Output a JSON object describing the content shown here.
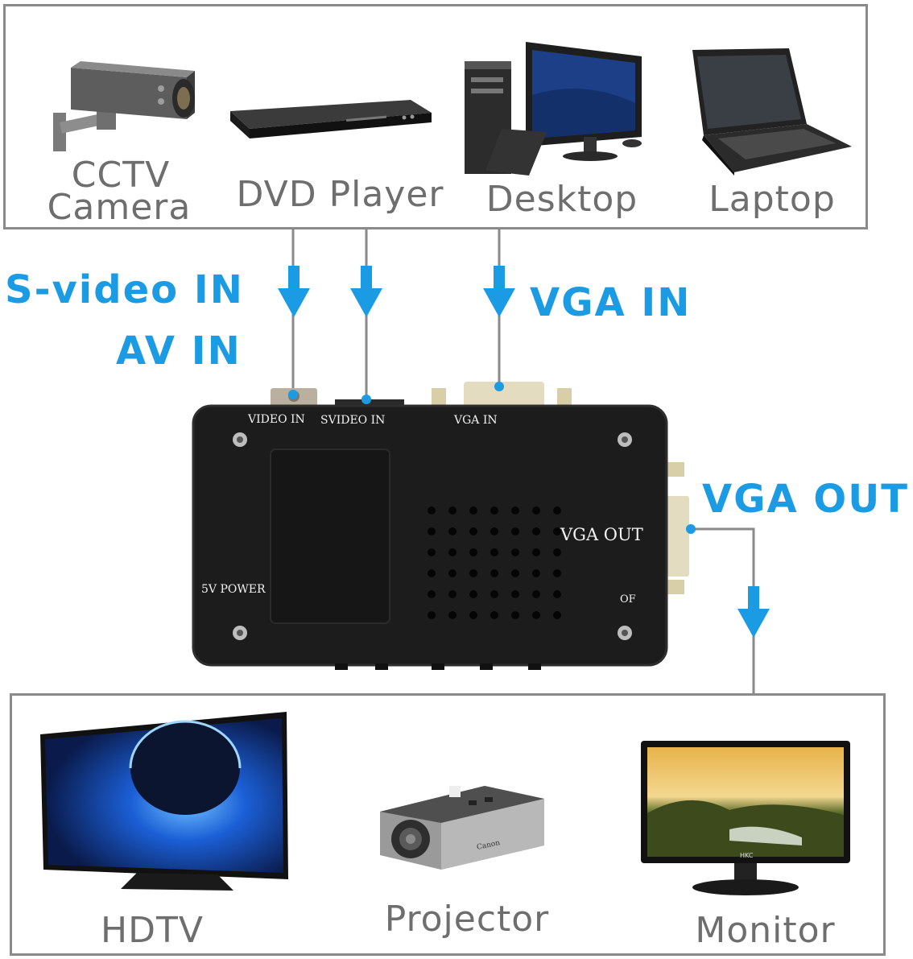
{
  "input_devices": [
    {
      "id": "cctv",
      "label_line1": "CCTV",
      "label_line2": "Camera",
      "icon": "cctv-camera-icon"
    },
    {
      "id": "dvd",
      "label": "DVD Player",
      "icon": "dvd-player-icon"
    },
    {
      "id": "desktop",
      "label": "Desktop",
      "icon": "desktop-computer-icon"
    },
    {
      "id": "laptop",
      "label": "Laptop",
      "icon": "laptop-icon"
    }
  ],
  "output_devices": [
    {
      "id": "hdtv",
      "label": "HDTV",
      "icon": "hdtv-icon"
    },
    {
      "id": "projector",
      "label": "Projector",
      "icon": "projector-icon"
    },
    {
      "id": "monitor",
      "label": "Monitor",
      "icon": "monitor-icon"
    }
  ],
  "callouts": {
    "svideo_in": "S-video IN",
    "av_in": "AV IN",
    "vga_in": "VGA IN",
    "vga_out": "VGA OUT"
  },
  "converter": {
    "video_in": "VIDEO IN",
    "svideo_in": "SVIDEO IN",
    "vga_in": "VGA IN",
    "vga_out": "VGA OUT",
    "power": "5V POWER",
    "of": "OF",
    "projector_brand": "Canon",
    "monitor_brand": "HKC"
  },
  "colors": {
    "accent_blue": "#1a9be3",
    "frame_gray": "#8a8a8a",
    "label_gray": "#6e6e6e",
    "converter_body": "#1c1c1c"
  }
}
